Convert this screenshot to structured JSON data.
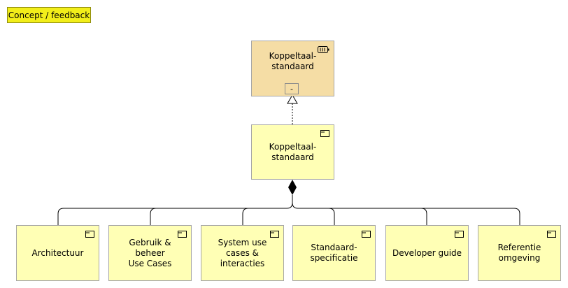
{
  "tag": {
    "label": "Concept / feedback"
  },
  "top_box": {
    "label": "Koppeltaal-\nstandaard",
    "port_label": "-",
    "icon": "system-software-icon"
  },
  "middle_box": {
    "label": "Koppeltaal-\nstandaard",
    "icon": "artifact-folder-icon"
  },
  "children": [
    {
      "label": "Architectuur",
      "icon": "artifact-folder-icon"
    },
    {
      "label": "Gebruik & beheer\nUse Cases",
      "icon": "artifact-folder-icon"
    },
    {
      "label": "System use cases &\ninteracties",
      "icon": "artifact-folder-icon"
    },
    {
      "label": "Standaard-\nspecificatie",
      "icon": "artifact-folder-icon"
    },
    {
      "label": "Developer guide",
      "icon": "artifact-folder-icon"
    },
    {
      "label": "Referentie\nomgeving",
      "icon": "artifact-folder-icon"
    }
  ],
  "colors": {
    "element_fill": "#ffffb5",
    "node_fill": "#f5dda5",
    "tag_fill": "#f2ee1a",
    "line": "#000000"
  }
}
